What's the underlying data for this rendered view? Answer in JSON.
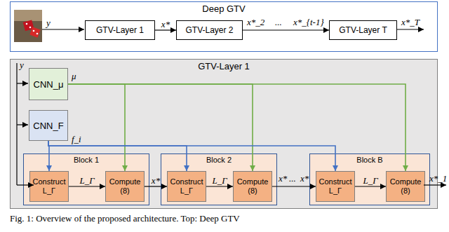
{
  "diagram": {
    "caption": "Fig. 1: Overview of the proposed architecture. Top: Deep GTV",
    "nodes": [
      {
        "text": [
          "Deep GTV"
        ]
      },
      {
        "text": [
          "GTV-Layer 1"
        ],
        "in": 0
      },
      {
        "text": [
          "GTV-Layer 2"
        ],
        "in": 0
      },
      {
        "text": [
          "GTV-Layer T"
        ],
        "in": 0
      },
      {
        "text": [
          "GTV-Layer 1"
        ]
      },
      {
        "text": [
          "CNN_μ"
        ],
        "in": 4
      },
      {
        "text": [
          "CNN_F"
        ],
        "in": 4
      },
      {
        "text": [
          "Block 1"
        ],
        "in": 4
      },
      {
        "text": [
          "Construct L_Γ"
        ],
        "in": 7
      },
      {
        "text": [
          "Compute (8)"
        ],
        "in": 7
      },
      {
        "text": [
          "Block 2"
        ],
        "in": 4
      },
      {
        "text": [
          "Construct L_Γ"
        ],
        "in": 10
      },
      {
        "text": [
          "Compute (8)"
        ],
        "in": 10
      },
      {
        "text": [
          "Block B"
        ],
        "in": 4
      },
      {
        "text": [
          "Construct L_Γ"
        ],
        "in": 13
      },
      {
        "text": [
          "Compute (8)"
        ],
        "in": 13
      }
    ],
    "edges": [
      {
        "from": 1,
        "to": 2,
        "arrow": "to",
        "label": "x*"
      },
      {
        "from": 2,
        "to": 3,
        "arrow": "to"
      },
      {
        "from": 8,
        "to": 9,
        "arrow": "to",
        "label": "L_Γ"
      },
      {
        "from": 9,
        "to": 11,
        "arrow": "to",
        "label": "x*"
      },
      {
        "from": 11,
        "to": 12,
        "arrow": "to",
        "label": "L_Γ"
      },
      {
        "from": 12,
        "to": 14,
        "arrow": "to"
      },
      {
        "from": 14,
        "to": 15,
        "arrow": "to",
        "label": "L_Γ"
      },
      {
        "from": 5,
        "to": 9,
        "arrow": "to"
      },
      {
        "from": 5,
        "to": 12,
        "arrow": "to"
      },
      {
        "from": 5,
        "to": 15,
        "arrow": "to"
      },
      {
        "from": 6,
        "to": 8,
        "arrow": "to"
      },
      {
        "from": 6,
        "to": 11,
        "arrow": "to"
      },
      {
        "from": 6,
        "to": 14,
        "arrow": "to"
      }
    ],
    "labels": [
      "y",
      "x*_2",
      "...",
      "x*_{t-1}",
      "x*_T",
      "y",
      "μ",
      "f_i",
      "x*",
      "...",
      "x*",
      "x*_1"
    ]
  }
}
